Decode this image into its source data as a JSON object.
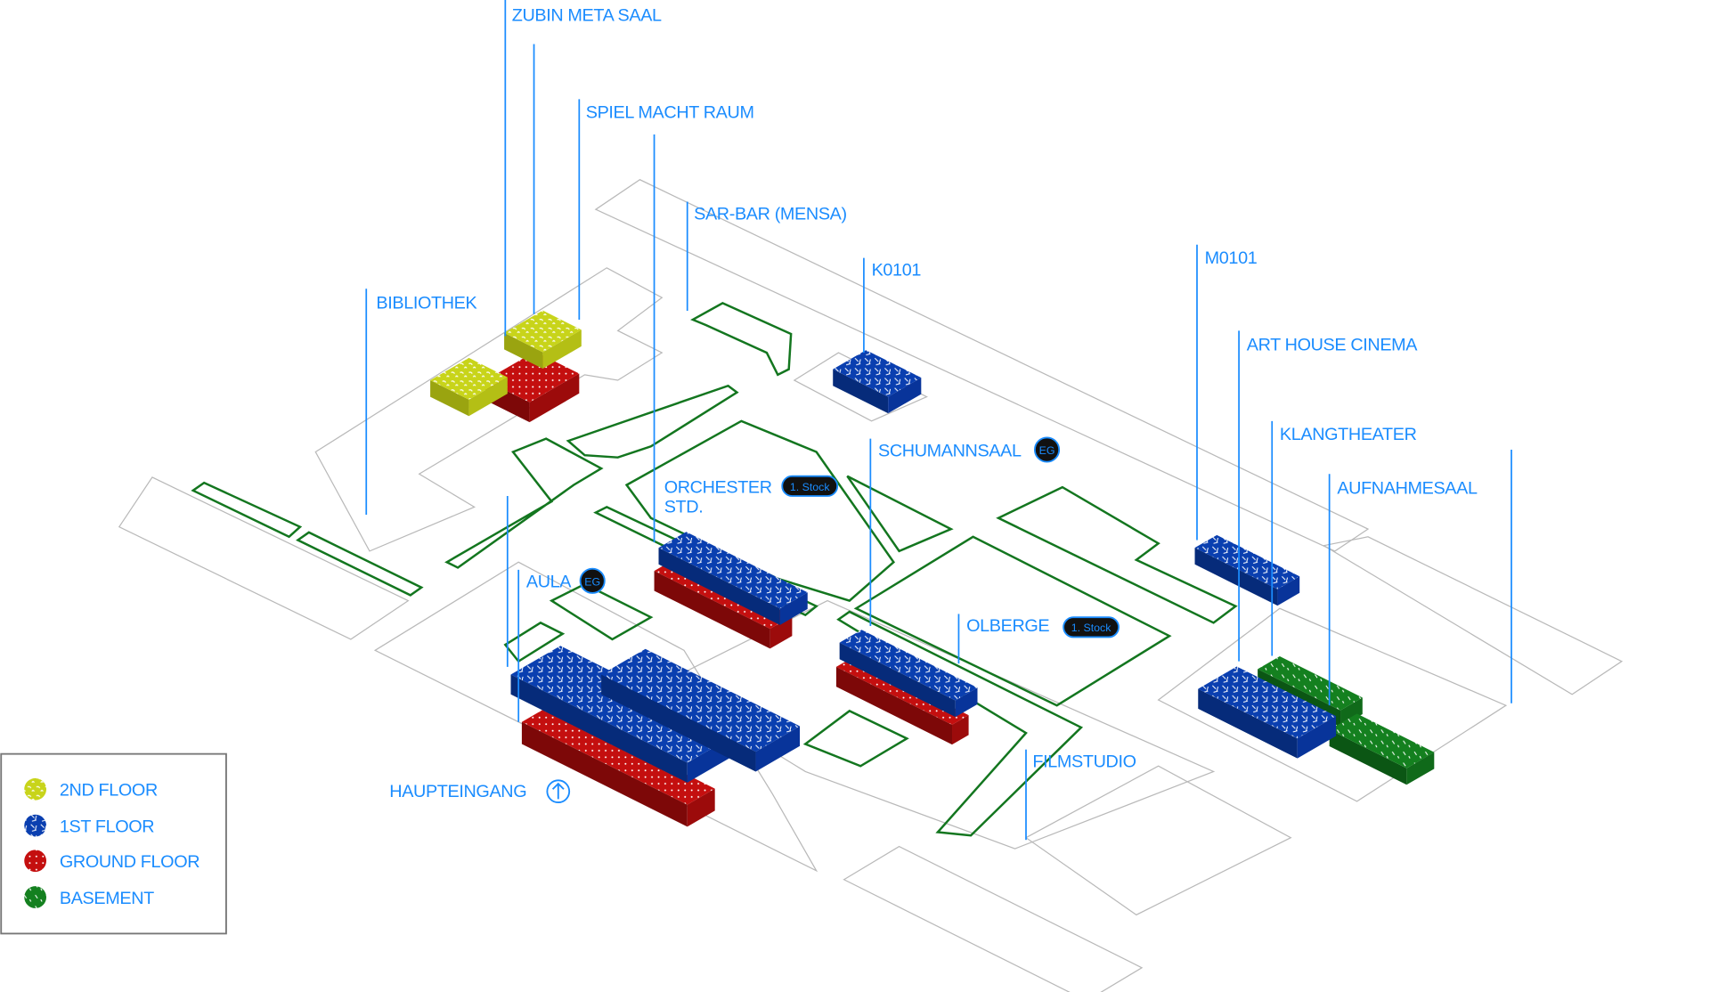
{
  "labels": {
    "zubin": "ZUBIN META SAAL",
    "spiel": "SPIEL MACHT RAUM",
    "sarbar": "SAR-BAR (MENSA)",
    "k0101": "K0101",
    "bibliothek": "BIBLIOTHEK",
    "m0101": "M0101",
    "arthouse": "ART HOUSE CINEMA",
    "klangtheater": "KLANGTHEATER",
    "aufnahmesaal": "AUFNAHMESAAL",
    "schumannsaal": "SCHUMANNSAAL",
    "orchester_1": "ORCHESTER",
    "orchester_2": "STD.",
    "aula": "AULA",
    "olberge": "OLBERGE",
    "filmstudio": "FILMSTUDIO",
    "haupteingang": "HAUPTEINGANG"
  },
  "badges": {
    "schumannsaal": "EG",
    "orchester": "1. Stock",
    "aula": "EG",
    "olberge": "1. Stock"
  },
  "legend": [
    {
      "label": "2ND FLOOR",
      "color": "#c8d41a"
    },
    {
      "label": "1ST FLOOR",
      "color": "#0a3fb0"
    },
    {
      "label": "GROUND FLOOR",
      "color": "#b80d0d"
    },
    {
      "label": "BASEMENT",
      "color": "#14801f"
    }
  ]
}
